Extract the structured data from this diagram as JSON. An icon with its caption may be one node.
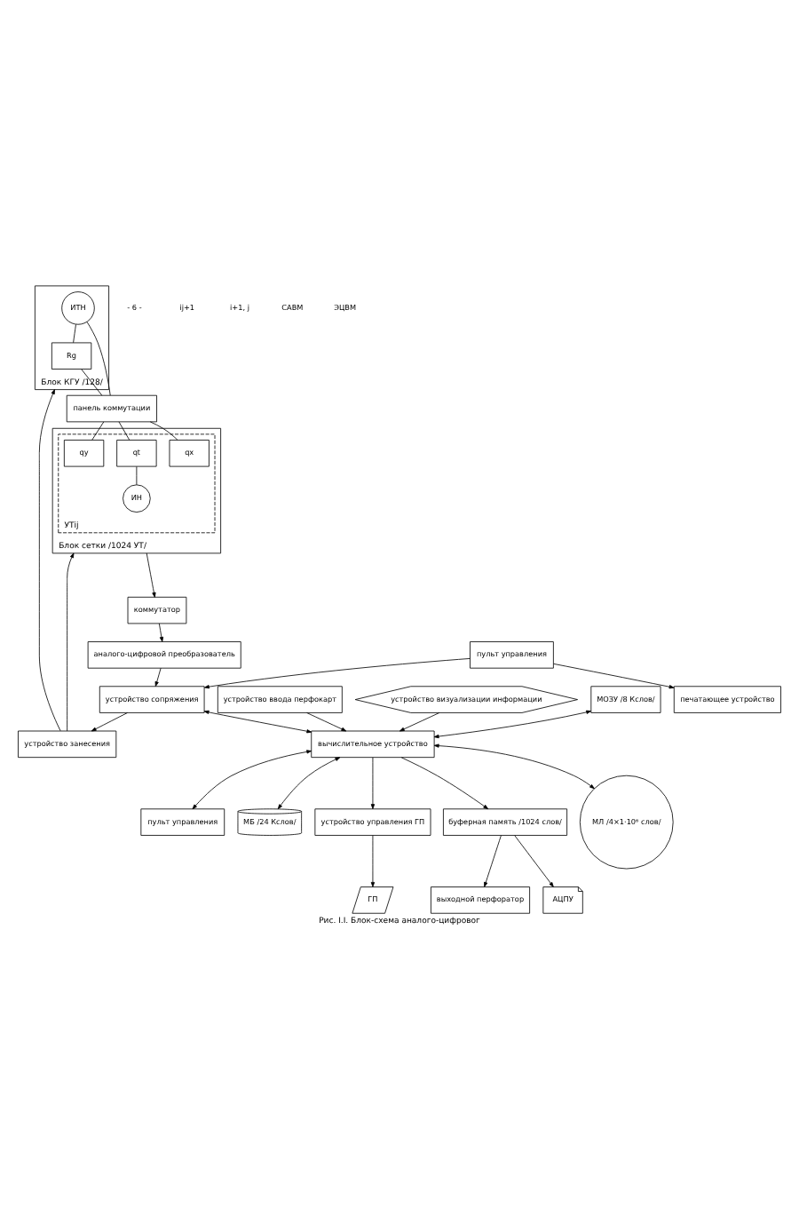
{
  "diagram": {
    "caption": "Рис. I.I. Блок-схема аналого-цифровог",
    "nodes": [
      {
        "text": [
          "Блок КГУ /128/"
        ]
      },
      {
        "text": [
          "ИТН"
        ],
        "in": 0
      },
      {
        "text": [
          "Rg"
        ],
        "in": 0
      },
      {
        "text": [
          "панель коммутации"
        ]
      },
      {
        "text": [
          "Блок сетки /1024 УТ/"
        ]
      },
      {
        "text": [
          "УТij"
        ],
        "in": 4
      },
      {
        "text": [
          "qx"
        ],
        "in": 5
      },
      {
        "text": [
          "qt"
        ],
        "in": 5
      },
      {
        "text": [
          "qy"
        ],
        "in": 5
      },
      {
        "text": [
          "ИН"
        ],
        "in": 5
      },
      {
        "text": [
          "коммутатор"
        ]
      },
      {
        "text": [
          "аналого-цифровой преобразователь"
        ]
      },
      {
        "text": [
          "печатающее устройство"
        ]
      },
      {
        "text": [
          "пульт управления"
        ]
      },
      {
        "text": [
          "устройство занесения"
        ]
      },
      {
        "text": [
          "устройство сопряжения"
        ]
      },
      {
        "text": [
          "МОЗУ /8 Кслов/"
        ]
      },
      {
        "text": [
          "вычислительное устройство"
        ]
      },
      {
        "text": [
          "пульт управления"
        ]
      },
      {
        "text": [
          "МБ /24 Кслов/"
        ]
      },
      {
        "text": [
          "устройство ввода перфокарт"
        ]
      },
      {
        "text": [
          "устройство управления ГП"
        ]
      },
      {
        "text": [
          "ГП"
        ]
      },
      {
        "text": [
          "буферная память /1024 слов/"
        ]
      },
      {
        "text": [
          "МЛ /4×1·10⁶ слов/"
        ]
      },
      {
        "text": [
          "АЦПУ"
        ]
      },
      {
        "text": [
          "выходной перфоратор"
        ]
      },
      {
        "text": [
          "устройство визуализации информации"
        ]
      }
    ],
    "edges": [
      {
        "from": 1,
        "to": 2,
        "arrow": "none"
      },
      {
        "from": 1,
        "to": 3,
        "arrow": "none"
      },
      {
        "from": 2,
        "to": 3,
        "arrow": "none"
      },
      {
        "from": 3,
        "to": 6,
        "arrow": "none"
      },
      {
        "from": 3,
        "to": 7,
        "arrow": "none"
      },
      {
        "from": 3,
        "to": 8,
        "arrow": "none"
      },
      {
        "from": 7,
        "to": 9,
        "arrow": "none"
      },
      {
        "from": 4,
        "to": 10,
        "arrow": "to"
      },
      {
        "from": 10,
        "to": 11,
        "arrow": "to"
      },
      {
        "from": 13,
        "to": 12,
        "arrow": "to"
      },
      {
        "from": 11,
        "to": 15,
        "arrow": "to"
      },
      {
        "from": 13,
        "to": 15,
        "arrow": "to"
      },
      {
        "from": 15,
        "to": 14,
        "arrow": "to"
      },
      {
        "from": 14,
        "to": 0,
        "arrow": "to"
      },
      {
        "from": 14,
        "to": 4,
        "arrow": "to"
      },
      {
        "from": 15,
        "to": 17,
        "arrow": "both"
      },
      {
        "from": 16,
        "to": 17,
        "arrow": "both"
      },
      {
        "from": 17,
        "to": 18,
        "arrow": "both"
      },
      {
        "from": 17,
        "to": 19,
        "arrow": "both"
      },
      {
        "from": 17,
        "to": 24,
        "arrow": "both"
      },
      {
        "from": 20,
        "to": 17,
        "arrow": "to"
      },
      {
        "from": 17,
        "to": 23,
        "arrow": "to"
      },
      {
        "from": 17,
        "to": 21,
        "arrow": "to"
      },
      {
        "from": 21,
        "to": 22,
        "arrow": "to"
      },
      {
        "from": 23,
        "to": 25,
        "arrow": "to"
      },
      {
        "from": 23,
        "to": 26,
        "arrow": "to"
      },
      {
        "from": 27,
        "to": 17,
        "arrow": "to"
      }
    ],
    "labels": [
      "- 6 -",
      "ij+1",
      "i+1, j",
      "САВМ",
      "ЭЦВМ"
    ]
  }
}
